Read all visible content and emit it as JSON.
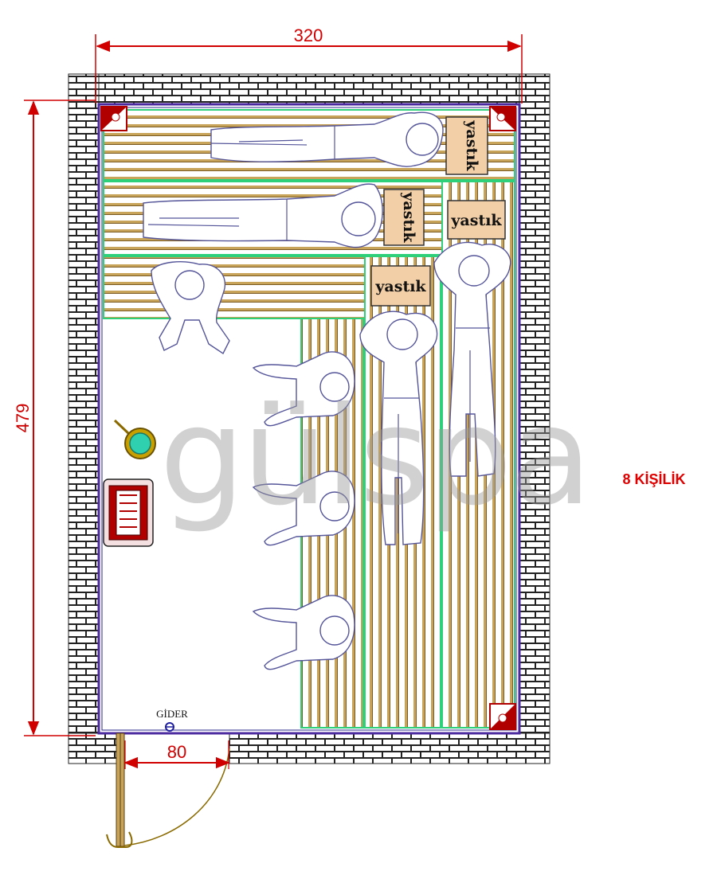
{
  "dimensions": {
    "width": "320",
    "height": "479",
    "door": "80"
  },
  "capacity": "8 KİŞİLİK",
  "pillows": [
    "yastık",
    "yastık",
    "yastık",
    "yastık"
  ],
  "drain_label": "GİDER",
  "watermark": "gülspa",
  "colors": {
    "dimension_line": "#d10000",
    "brick": "#ffffff",
    "bench_slat": "#c8a45a",
    "bench_edge": "#2fd07a",
    "wall_inner": "#4b2aa0",
    "heater": "#b00000",
    "person_outline": "#55559a"
  }
}
